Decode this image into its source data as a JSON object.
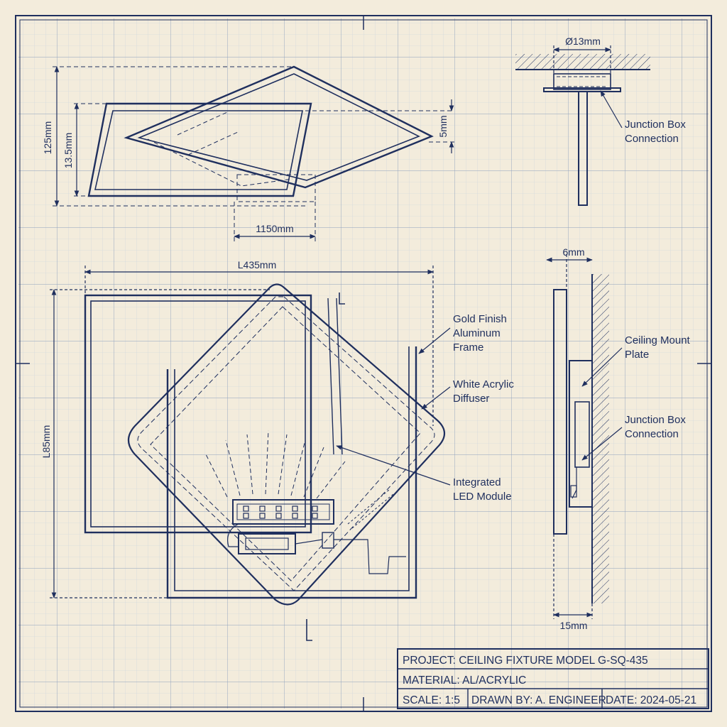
{
  "colors": {
    "paper": "#f3ecdc",
    "grid_minor": "#c9d2de",
    "grid_major": "#8ea0bd",
    "ink": "#1f2f5e"
  },
  "top_view": {
    "dim_overall_height": "125mm",
    "dim_frame_height": "13.5mm",
    "dim_frame_thickness": "5mm",
    "dim_width": "1150mm"
  },
  "side_view_top": {
    "dim_diameter": "Ø13mm",
    "callout_junction": "Junction Box\nConnection"
  },
  "front_view": {
    "dim_length": "L435mm",
    "dim_height": "L85mm",
    "callout_frame": "Gold Finish\nAluminum\nFrame",
    "callout_diffuser": "White Acrylic\nDiffuser",
    "callout_led": "Integrated\nLED Module"
  },
  "side_view": {
    "dim_top": "6mm",
    "dim_bottom": "15mm",
    "callout_plate": "Ceiling Mount\nPlate",
    "callout_junction": "Junction Box\nConnection"
  },
  "title_block": {
    "project": "PROJECT: CEILING FIXTURE MODEL G-SQ-435",
    "material": "MATERIAL: AL/ACRYLIC",
    "scale": "SCALE: 1:5",
    "drawn_by": "DRAWN BY: A. ENGINEER",
    "date": "DATE: 2024-05-21"
  }
}
